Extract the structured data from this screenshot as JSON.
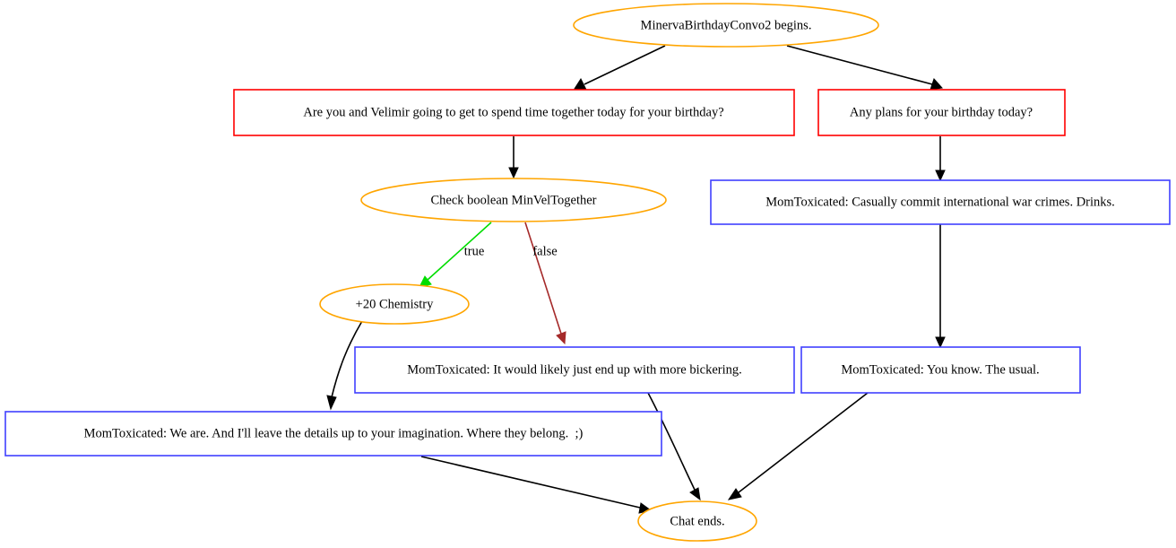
{
  "diagram": {
    "type": "dialogue-flowchart",
    "title_node": "MinervaBirthdayConvo2 begins.",
    "colors": {
      "ellipse_stroke": "#ffa500",
      "player_line_stroke": "#ff0000",
      "npc_line_stroke": "#4040ff",
      "true_edge": "#00dd00",
      "false_edge": "#a52a2a",
      "default_edge": "#000000",
      "background": "#ffffff",
      "text": "#000000"
    },
    "nodes": [
      {
        "id": "start",
        "shape": "ellipse",
        "style": "ellipse_stroke",
        "label": "MinervaBirthdayConvo2 begins."
      },
      {
        "id": "player1",
        "shape": "rect",
        "style": "player_line_stroke",
        "label": "Are you and Velimir going to get to spend time together today for your birthday?"
      },
      {
        "id": "player2",
        "shape": "rect",
        "style": "player_line_stroke",
        "label": "Any plans for your birthday today?"
      },
      {
        "id": "check",
        "shape": "ellipse",
        "style": "ellipse_stroke",
        "label": "Check boolean MinVelTogether"
      },
      {
        "id": "npc_drinks",
        "shape": "rect",
        "style": "npc_line_stroke",
        "label": "MomToxicated: Casually commit international war crimes. Drinks."
      },
      {
        "id": "chemistry",
        "shape": "ellipse",
        "style": "ellipse_stroke",
        "label": "+20 Chemistry"
      },
      {
        "id": "npc_bicker",
        "shape": "rect",
        "style": "npc_line_stroke",
        "label": "MomToxicated: It would likely just end up with more bickering."
      },
      {
        "id": "npc_usual",
        "shape": "rect",
        "style": "npc_line_stroke",
        "label": "MomToxicated: You know. The usual."
      },
      {
        "id": "npc_weare",
        "shape": "rect",
        "style": "npc_line_stroke",
        "label": "MomToxicated: We are. And I'll leave the details up to your imagination. Where they belong.  ;)"
      },
      {
        "id": "end",
        "shape": "ellipse",
        "style": "ellipse_stroke",
        "label": "Chat ends."
      }
    ],
    "edges": [
      {
        "from": "start",
        "to": "player1",
        "label": "",
        "color": "default_edge"
      },
      {
        "from": "start",
        "to": "player2",
        "label": "",
        "color": "default_edge"
      },
      {
        "from": "player1",
        "to": "check",
        "label": "",
        "color": "default_edge"
      },
      {
        "from": "player2",
        "to": "npc_drinks",
        "label": "",
        "color": "default_edge"
      },
      {
        "from": "check",
        "to": "chemistry",
        "label": "true",
        "color": "true_edge"
      },
      {
        "from": "check",
        "to": "npc_bicker",
        "label": "false",
        "color": "false_edge"
      },
      {
        "from": "chemistry",
        "to": "npc_weare",
        "label": "",
        "color": "default_edge"
      },
      {
        "from": "npc_drinks",
        "to": "npc_usual",
        "label": "",
        "color": "default_edge"
      },
      {
        "from": "npc_bicker",
        "to": "end",
        "label": "",
        "color": "default_edge"
      },
      {
        "from": "npc_usual",
        "to": "end",
        "label": "",
        "color": "default_edge"
      },
      {
        "from": "npc_weare",
        "to": "end",
        "label": "",
        "color": "default_edge"
      }
    ],
    "edge_labels": {
      "true": "true",
      "false": "false"
    }
  }
}
